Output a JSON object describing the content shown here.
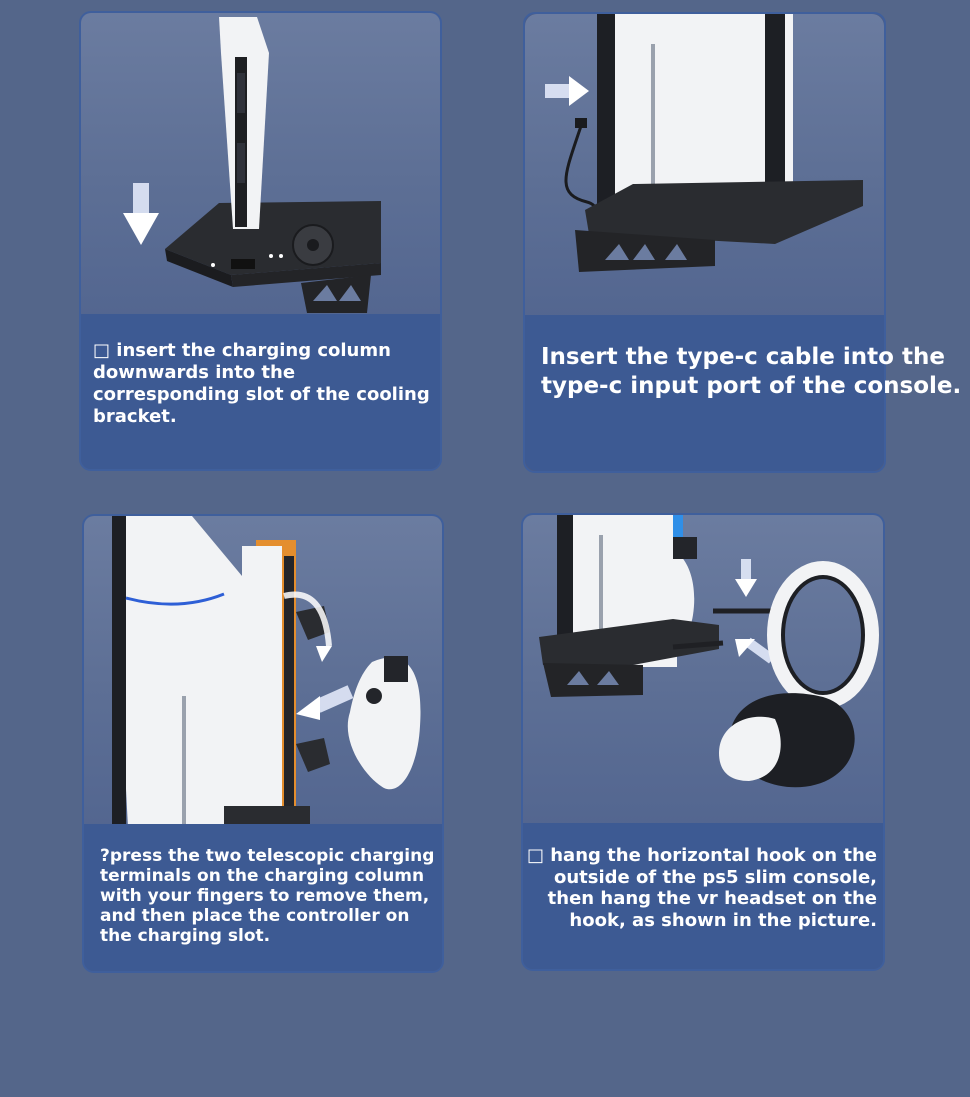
{
  "steps": [
    {
      "caption": "□ insert the charging column downwards into the corresponding slot of the cooling bracket."
    },
    {
      "caption_line1": "Insert the type-c cable into the",
      "caption_line2": "type-c input port of the console."
    },
    {
      "caption": "?press the two telescopic charging terminals on the charging column with your fingers to remove them, and then place the controller on the charging slot."
    },
    {
      "caption": "□ hang the horizontal hook on the outside of the ps5 slim console, then hang the vr headset on the hook, as shown in the picture."
    }
  ],
  "icons": [
    "down-arrow-icon",
    "right-arrow-icon",
    "rotate-arrow-icon",
    "diagonal-arrow-icon"
  ],
  "colors": {
    "background": "#54668a",
    "card_border": "#3f5f9c",
    "caption_bg": "#3d5a93",
    "text": "#ffffff",
    "bracket": "#2a2c30",
    "console_white": "#f2f3f5"
  }
}
